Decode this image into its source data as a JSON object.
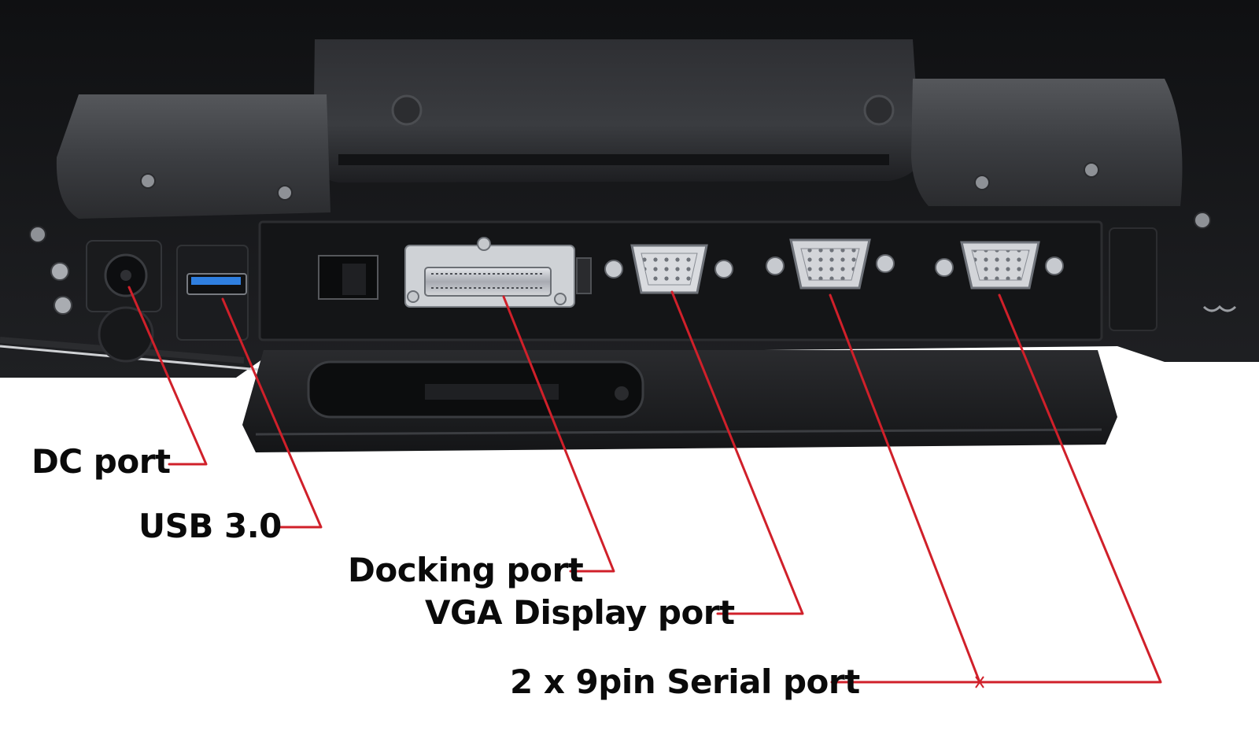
{
  "callouts": {
    "dc_port": "DC port",
    "usb_port": "USB 3.0",
    "docking_port": "Docking port",
    "vga_port": "VGA Display port",
    "serial_port": "2 x 9pin Serial port"
  },
  "colors": {
    "leader_line": "#d0202a",
    "label_text": "#0a0a0a",
    "background": "#ffffff",
    "chassis": "#1c1c1e",
    "hinge": "#3a3b3e",
    "usb_accent": "#2f7fe0",
    "connector_metal": "#b9bcc2"
  }
}
